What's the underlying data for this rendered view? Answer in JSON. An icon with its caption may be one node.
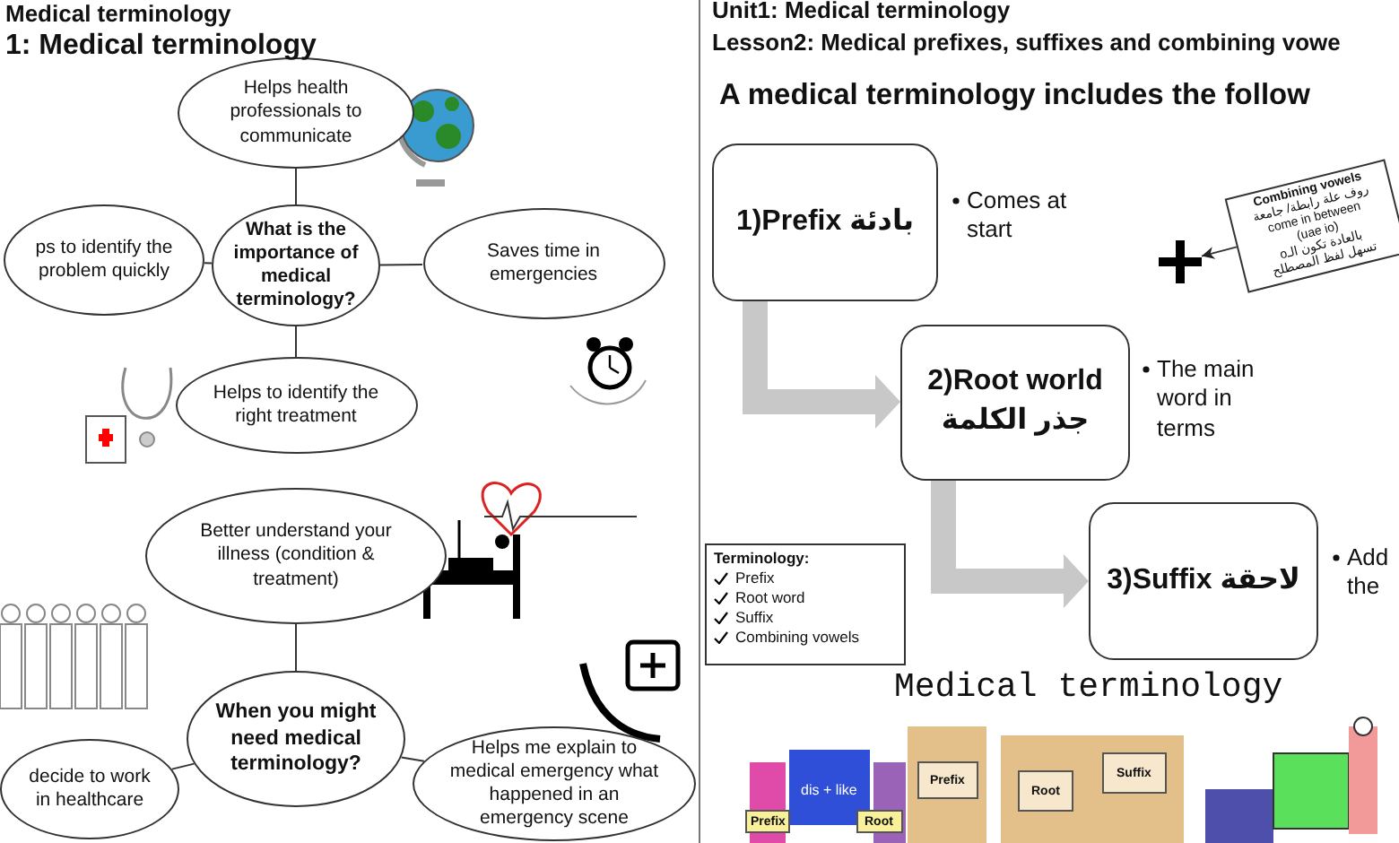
{
  "diagram": {
    "nodes": [
      {
        "text": [
          "Helps health professionals to communicate"
        ]
      },
      {
        "text": [
          "ps to identify the problem quickly"
        ]
      },
      {
        "text": [
          "What is the importance of medical terminology?"
        ]
      },
      {
        "text": [
          "Saves time in emergencies"
        ]
      },
      {
        "text": [
          "Helps to identify the right treatment"
        ]
      },
      {
        "text": [
          "Better understand your illness (condition & treatment)"
        ]
      },
      {
        "text": [
          "When you might need medical terminology?"
        ]
      },
      {
        "text": [
          "decide to work in healthcare"
        ]
      },
      {
        "text": [
          "Helps me explain to medical emergency what happened in an emergency scene"
        ]
      },
      {
        "text": [
          "1)Prefix بادئة"
        ],
        "beside": [
          "Comes at start"
        ]
      },
      {
        "text": [
          "2)Root world",
          "جذر الكلمة"
        ],
        "beside": [
          "The main word in terms"
        ]
      },
      {
        "text": [
          "3)Suffix لاحقة"
        ],
        "beside": [
          "Add the"
        ]
      },
      {
        "text": [
          "Combining vowels",
          "روف علة رابطة/ جامعة",
          "come in between",
          "(uae io)",
          "بالعادة تكون الـo",
          "تسهل لفظ المصطلح"
        ]
      },
      {
        "text": [],
        "shape": "plus"
      },
      {
        "text": [
          "Terminology:",
          "Prefix",
          "Root word",
          "Suffix",
          "Combining vowels"
        ]
      }
    ],
    "edges": [
      {
        "from": 2,
        "to": 0,
        "arrow": "none"
      },
      {
        "from": 2,
        "to": 1,
        "arrow": "none"
      },
      {
        "from": 2,
        "to": 3,
        "arrow": "none"
      },
      {
        "from": 2,
        "to": 4,
        "arrow": "none"
      },
      {
        "from": 6,
        "to": 5,
        "arrow": "none"
      },
      {
        "from": 6,
        "to": 7,
        "arrow": "none"
      },
      {
        "from": 6,
        "to": 8,
        "arrow": "none"
      },
      {
        "from": 9,
        "to": 10,
        "arrow": "to",
        "style": "thick",
        "color": "#c8c8c8"
      },
      {
        "from": 10,
        "to": 11,
        "arrow": "to",
        "style": "thick",
        "color": "#c8c8c8"
      },
      {
        "from": 12,
        "to": 13,
        "arrow": "to"
      }
    ],
    "labels": [
      "Medical terminology",
      "1: Medical terminology",
      "Unit1: Medical terminology",
      "Lesson2: Medical prefixes, suffixes and combining vowe",
      "A medical terminology includes the follow",
      "Medical terminology",
      "Prefix",
      "dis + like",
      "Root",
      "Prefix",
      "Root",
      "Suffix"
    ]
  }
}
